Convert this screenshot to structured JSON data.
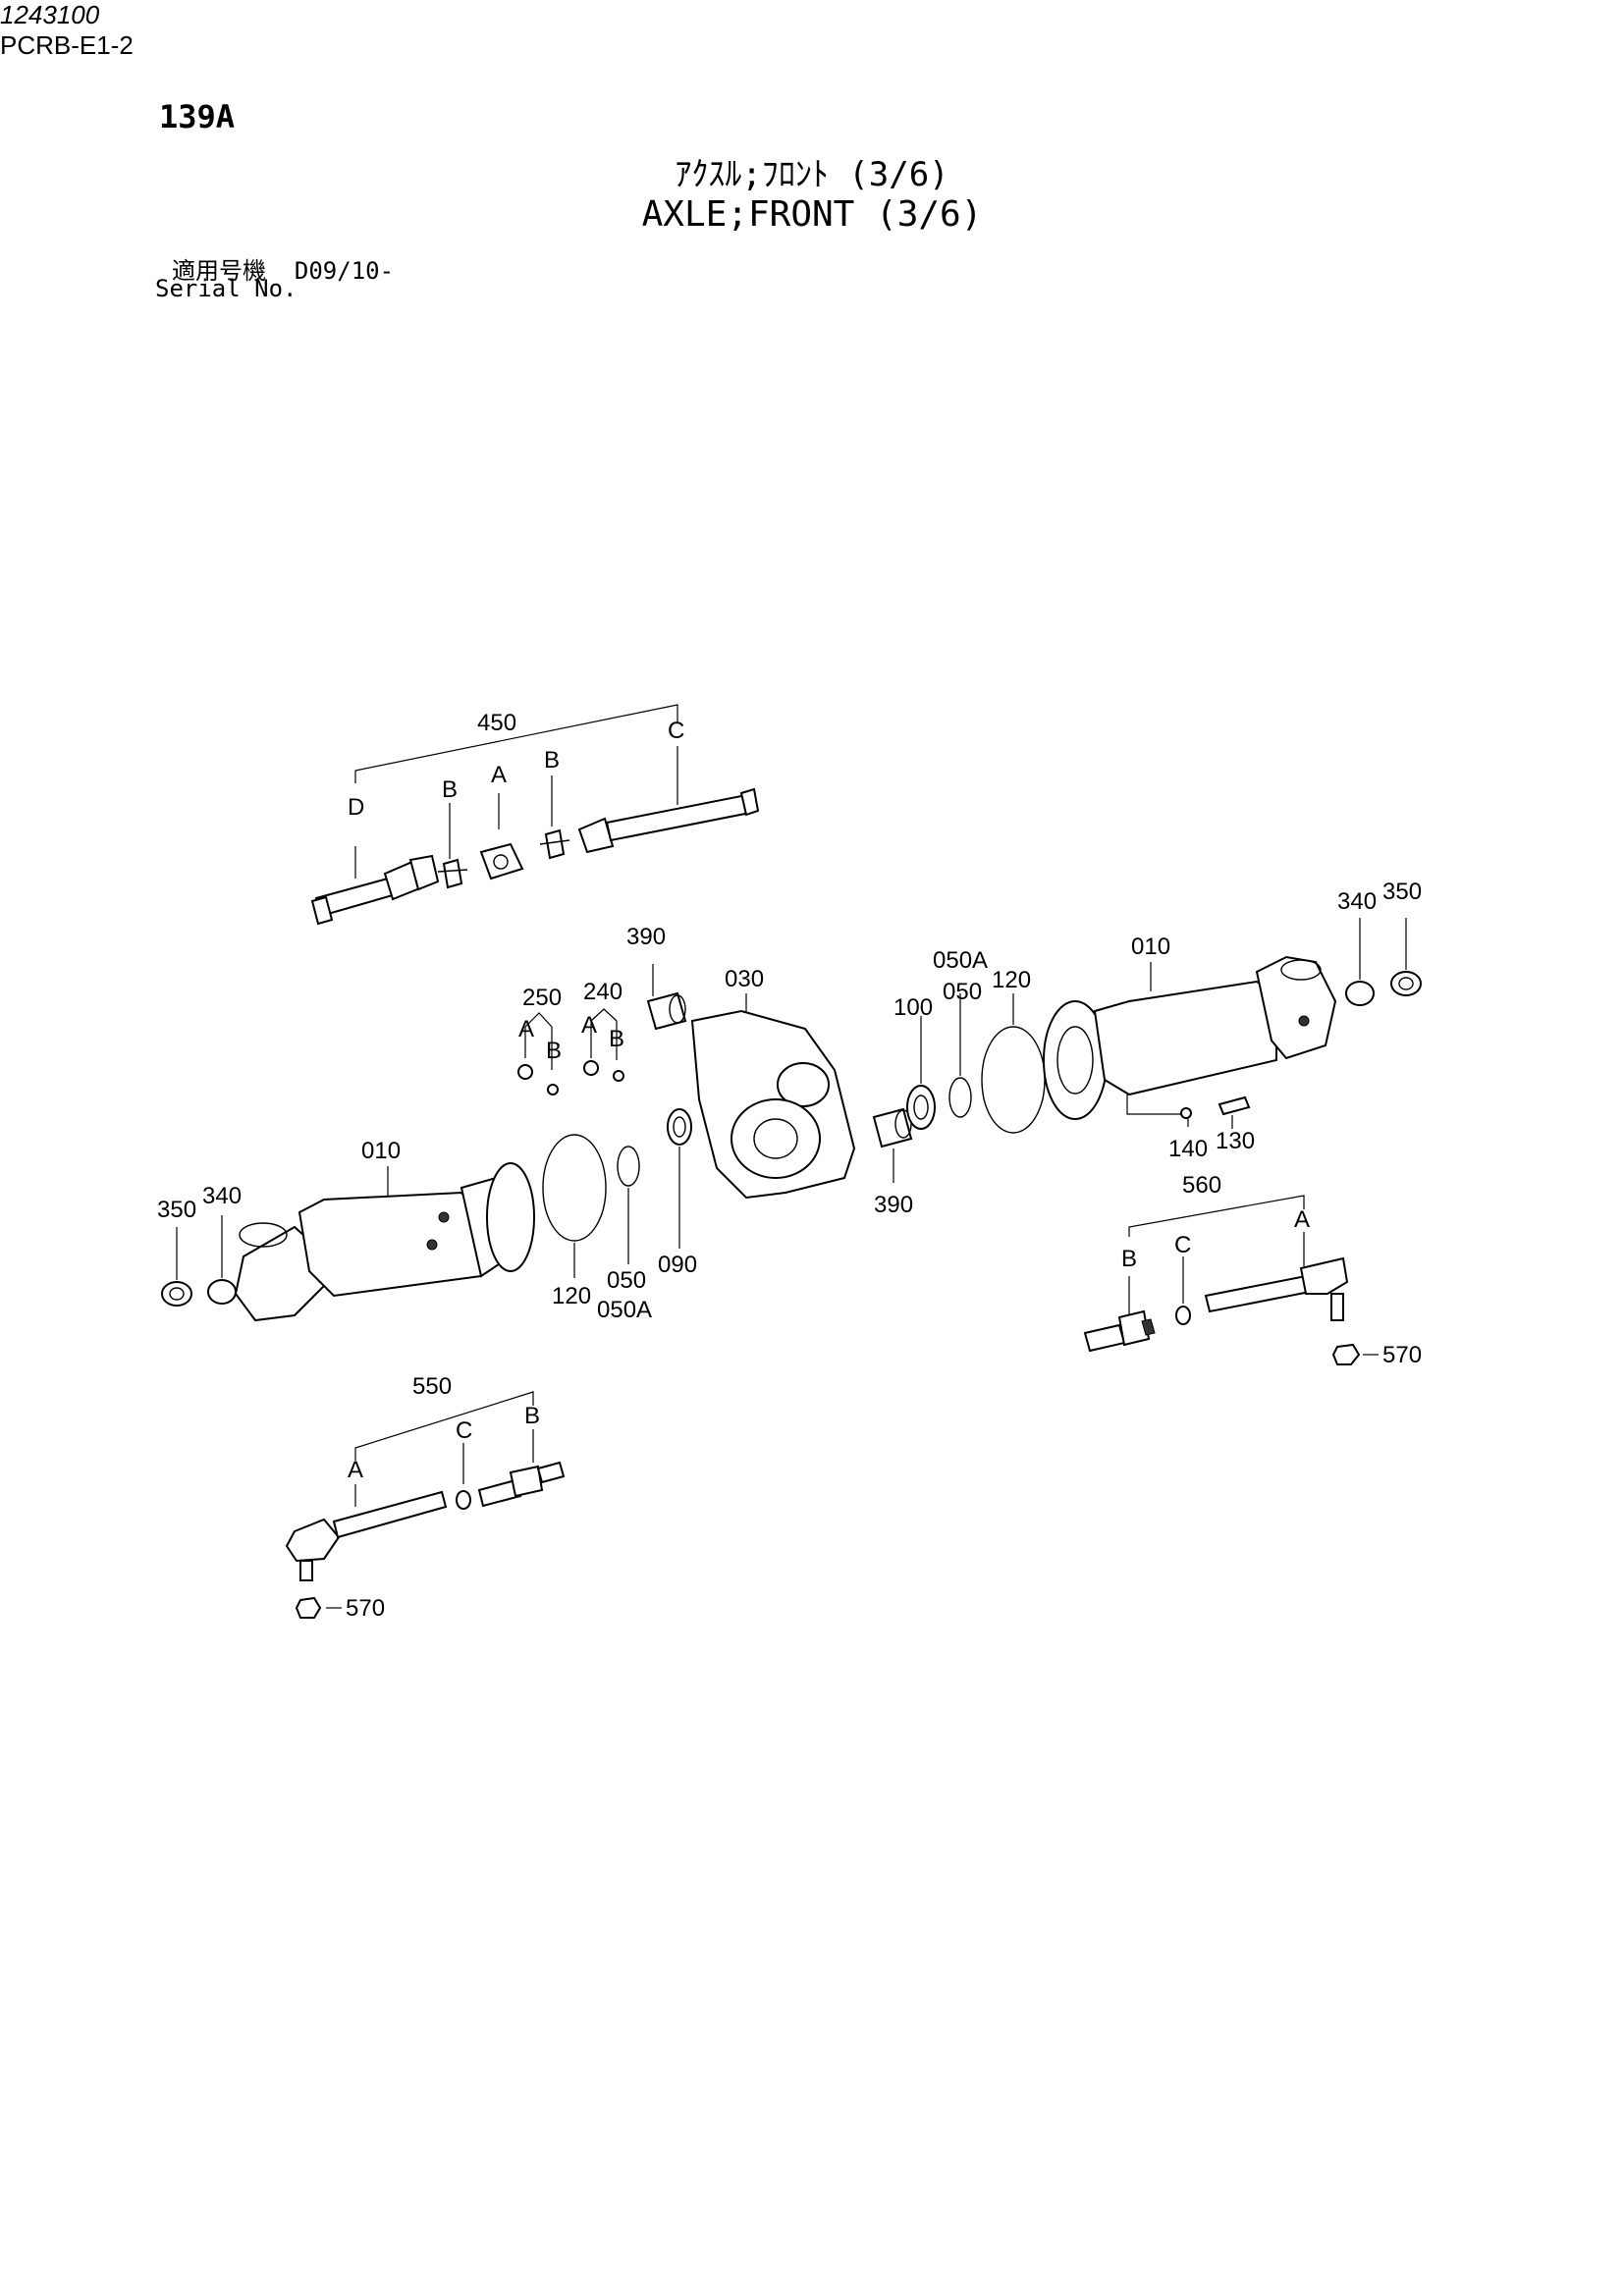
{
  "header": {
    "page_no": "139A",
    "title_jp": "ｱｸｽﾙ;ﾌﾛﾝﾄ (3/6)",
    "title_en": "AXLE;FRONT (3/6)",
    "serial_label_jp": "適用号機",
    "serial_range": "D09/10-",
    "serial_label_en": "Serial No."
  },
  "footer": {
    "drawing_no": "1243100",
    "catalog_code": "PCRB-E1-2"
  },
  "callouts": {
    "c450": "450",
    "c450_d": "D",
    "c450_b1": "B",
    "c450_a": "A",
    "c450_b2": "B",
    "c450_c": "C",
    "c390_top": "390",
    "c030": "030",
    "c250": "250",
    "c250_a": "A",
    "c250_b": "B",
    "c240": "240",
    "c240_a": "A",
    "c240_b": "B",
    "c050a_top": "050A",
    "c050_top": "050",
    "c120_top": "120",
    "c100": "100",
    "c010_right": "010",
    "c340_right": "340",
    "c350_right": "350",
    "c140": "140",
    "c130": "130",
    "c390_bottom": "390",
    "c010_left": "010",
    "c350_left": "350",
    "c340_left": "340",
    "c120_bottom": "120",
    "c050_bottom": "050",
    "c050a_bottom": "050A",
    "c090": "090",
    "c560": "560",
    "c560_b": "B",
    "c560_c": "C",
    "c560_a": "A",
    "c570_right": "570",
    "c550": "550",
    "c550_a": "A",
    "c550_c": "C",
    "c550_b": "B",
    "c570_left": "570"
  }
}
